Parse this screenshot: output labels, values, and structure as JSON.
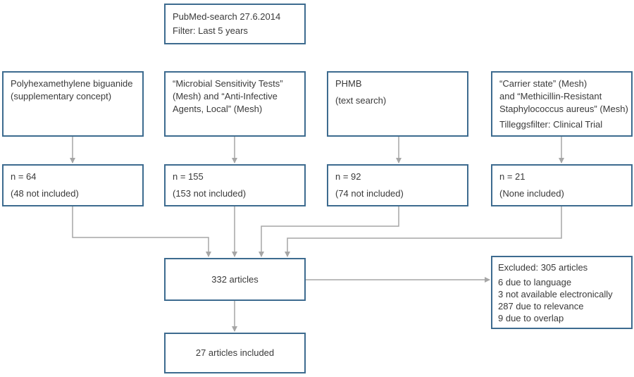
{
  "top": {
    "line1": "PubMed-search 27.6.2014",
    "line2": "Filter: Last 5 years"
  },
  "searches": [
    {
      "lines": [
        "Polyhexamethylene biguanide",
        "(supplementary concept)"
      ]
    },
    {
      "lines": [
        "“Microbial Sensitivity Tests”",
        "(Mesh) and “Anti-Infective",
        "Agents, Local” (Mesh)"
      ]
    },
    {
      "lines": [
        "PHMB",
        "(text search)"
      ]
    },
    {
      "lines": [
        "“Carrier state” (Mesh)",
        "and “Methicillin-Resistant",
        "Staphylococcus aureus” (Mesh)",
        "Tilleggsfilter: Clinical Trial"
      ]
    }
  ],
  "counts": [
    {
      "n": "n = 64",
      "note": "(48 not included)"
    },
    {
      "n": "n = 155",
      "note": "(153 not included)"
    },
    {
      "n": "n = 92",
      "note": "(74 not included)"
    },
    {
      "n": "n = 21",
      "note": "(None included)"
    }
  ],
  "merged": "332 articles",
  "excluded": {
    "title": "Excluded: 305 articles",
    "reasons": [
      "6 due to language",
      "3 not available electronically",
      "287 due to relevance",
      "9 due to overlap"
    ]
  },
  "included": "27 articles included",
  "colors": {
    "box_border": "#3d6b8f",
    "connector": "#a6a6a6",
    "text": "#3a3a3a"
  }
}
